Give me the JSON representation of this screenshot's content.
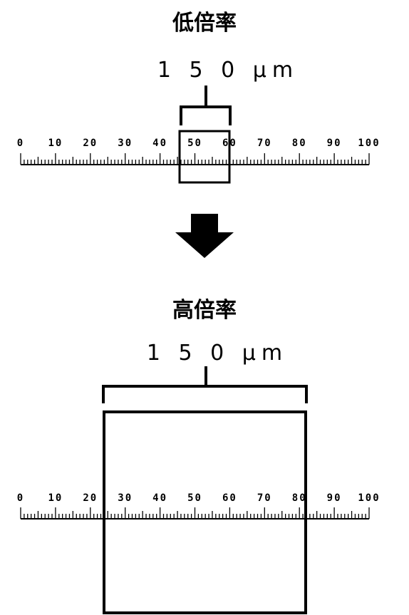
{
  "low": {
    "title": "低倍率",
    "measurement": "1 5 0 μm"
  },
  "high": {
    "title": "高倍率",
    "measurement": "1 5 0 μm"
  },
  "scale": {
    "labels": [
      "0",
      "10",
      "20",
      "30",
      "40",
      "50",
      "60",
      "70",
      "80",
      "90",
      "100"
    ]
  },
  "arrow_icon": "down-arrow-icon"
}
